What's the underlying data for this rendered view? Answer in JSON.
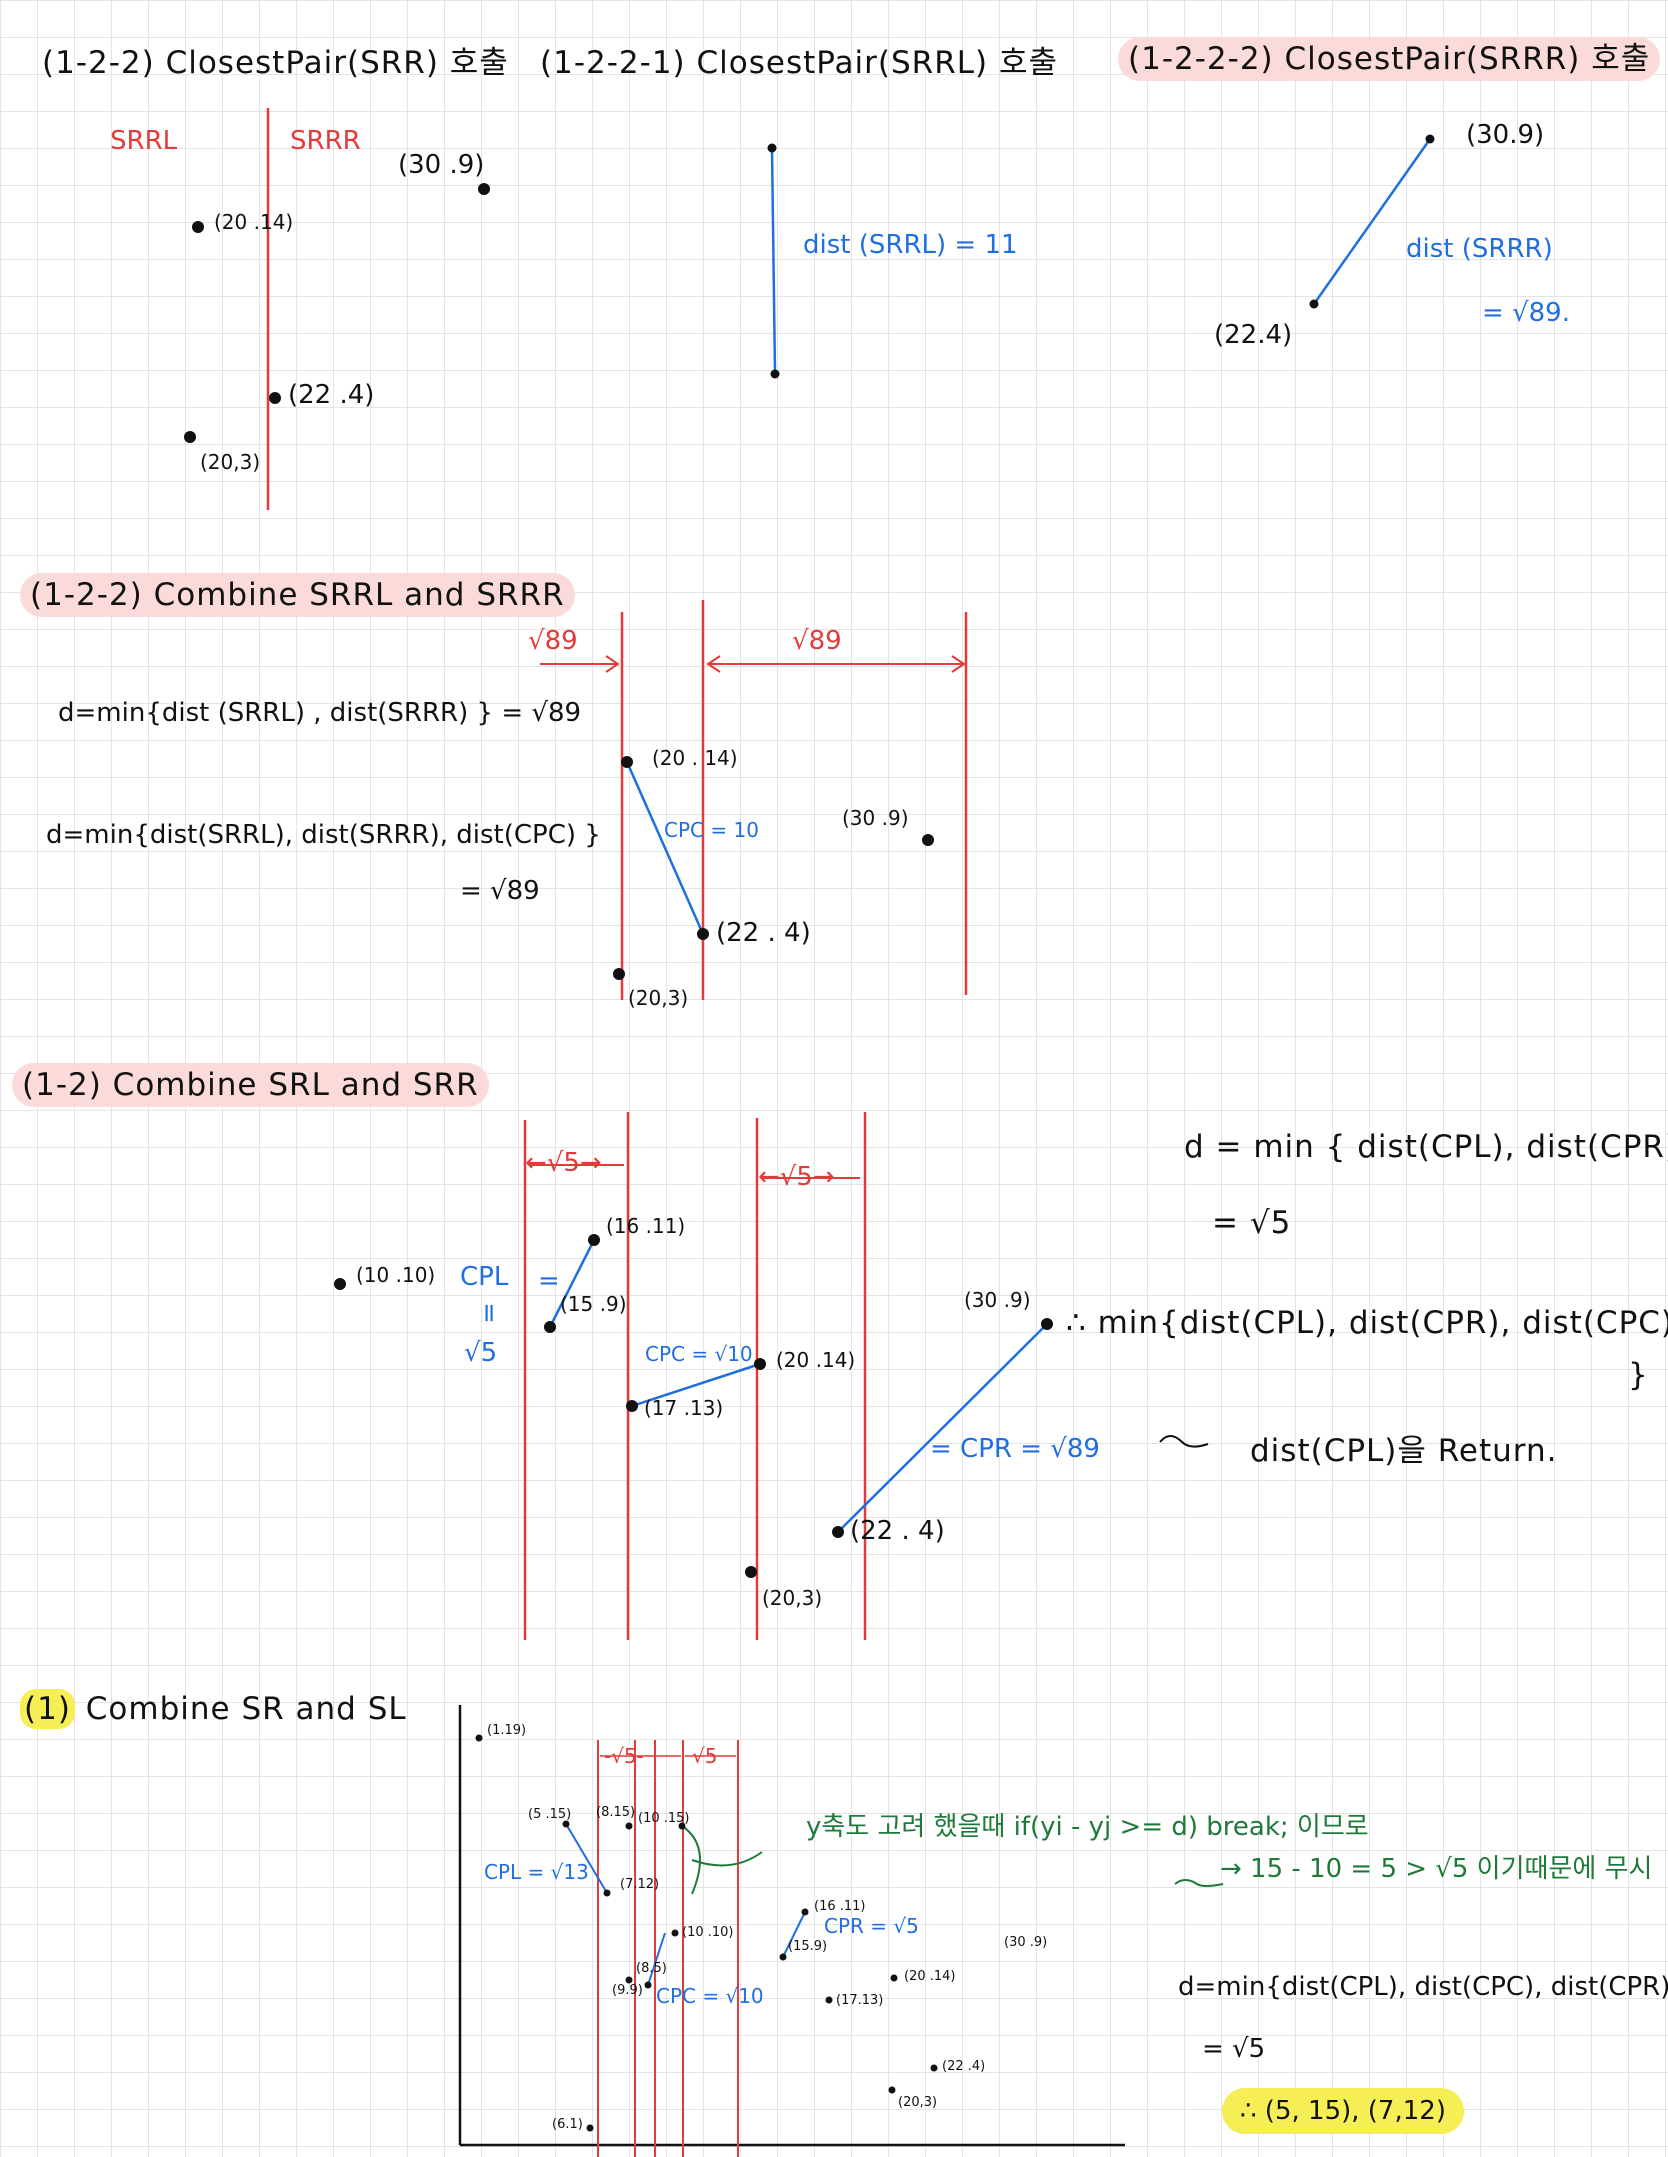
{
  "sec1": {
    "title": "(1-2-2) ClosestPair(SRR) 호출",
    "left_label": "SRRL",
    "right_label": "SRRR",
    "p1": "(20 .14)",
    "p2": "(30 .9)",
    "p3": "(22 .4)",
    "p4": "(20,3)"
  },
  "sec2": {
    "title": "(1-2-2-1) ClosestPair(SRRL) 호출",
    "dist": "dist (SRRL) = 11"
  },
  "sec3": {
    "title": "(1-2-2-2) ClosestPair(SRRR) 호출",
    "p1": "(30.9)",
    "p2": "(22.4)",
    "dist": "dist (SRRR)",
    "val": "= √89."
  },
  "sec4": {
    "title": "(1-2-2) Combine SRRL and SRRR",
    "width_left": "√89",
    "width_right": "√89",
    "eq1": "d=min{dist (SRRL) , dist(SRRR) } = √89",
    "eq2": "d=min{dist(SRRL), dist(SRRR), dist(CPC) }",
    "eq2b": "= √89",
    "p1": "(20 . 14)",
    "p2": "(30 .9)",
    "p3": "(22 . 4)",
    "p4": "(20,3)",
    "cpc": "CPC = 10"
  },
  "sec5": {
    "title": "(1-2) Combine SRL and SRR",
    "w1": "←√5→",
    "w2": "←√5→",
    "p_10_10": "(10 .10)",
    "p_16_11": "(16 .11)",
    "p_15_9": "(15 .9)",
    "p_20_14": "(20 .14)",
    "p_17_13": "(17 .13)",
    "p_30_9": "(30 .9)",
    "p_22_4": "(22 . 4)",
    "p_20_3": "(20,3)",
    "cpl": "CPL",
    "cpl_eq": "=",
    "cpl_rot": "=",
    "cpl_val": "√5",
    "cpc": "CPC = √10",
    "cpr": "= CPR = √89",
    "eq1": "d = min { dist(CPL), dist(CPR) }",
    "eq1b": "= √5",
    "eq2": "∴ min{dist(CPL), dist(CPR), dist(CPC)",
    "eq2b": "}",
    "ret": "dist(CPL)을 Return."
  },
  "sec6": {
    "title_num": "(1)",
    "title": "Combine SR and SL",
    "w1": "-√5-",
    "w2": "√5",
    "pts": [
      "(1.19)",
      "(5 .15)",
      "(8.15)",
      "(10 .15)",
      "(7.12)",
      "(10 .10)",
      "(8.5)",
      "(9.9)",
      "(16 .11)",
      "(15.9)",
      "(20 .14)",
      "(17.13)",
      "(30 .9)",
      "(22 .4)",
      "(20,3)",
      "(6.1)"
    ],
    "cpl": "CPL = √13",
    "cpc": "CPC = √10",
    "cpr": "CPR = √5",
    "note1": "y축도 고려 했을때 if(yi - yj >= d) break; 이므로",
    "note2": "→ 15 - 10 = 5 > √5 이기때문에 무시",
    "eq": "d=min{dist(CPL), dist(CPC), dist(CPR)}",
    "eqb": "= √5",
    "answer": "∴ (5, 15), (7,12)"
  },
  "colors": {
    "red": "#e23b3b",
    "blue": "#1f6fe0",
    "green": "#1f7a3a",
    "pink": "#fbdada",
    "yellow": "#f5ee55"
  }
}
